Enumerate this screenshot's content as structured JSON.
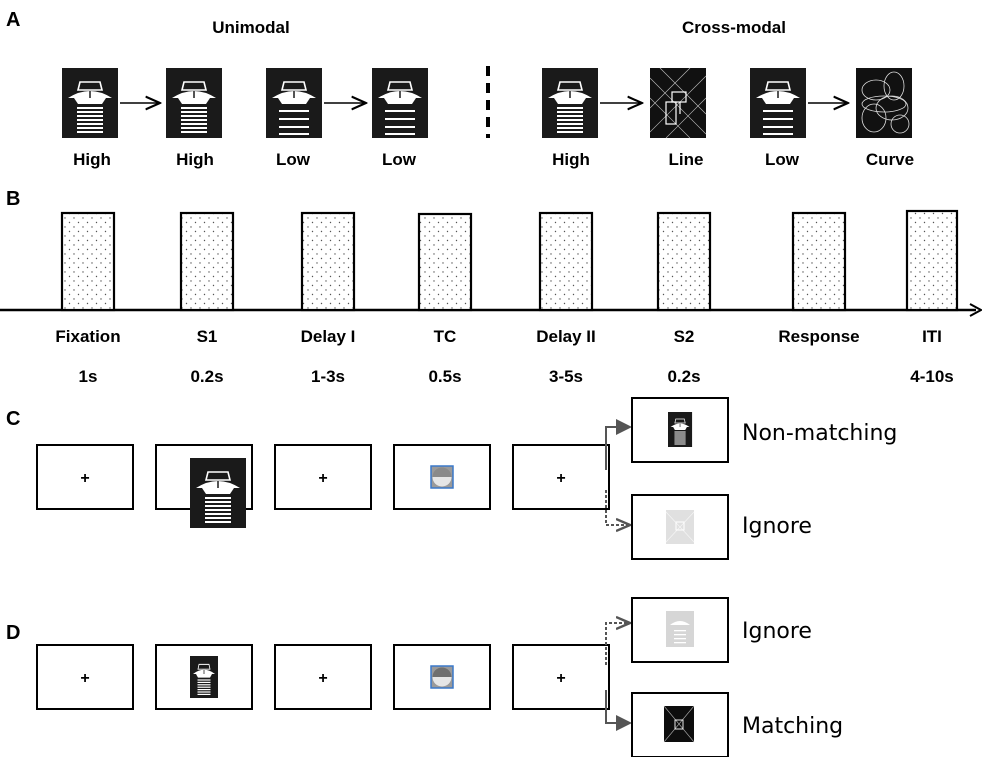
{
  "panel_a": {
    "letter": "A",
    "unimodal_title": "Unimodal",
    "crossmodal_title": "Cross-modal",
    "unimodal_labels": [
      "High",
      "High",
      "Low",
      "Low"
    ],
    "crossmodal_labels": [
      "High",
      "Line",
      "Low",
      "Curve"
    ]
  },
  "panel_b": {
    "letter": "B",
    "phases": [
      {
        "name": "Fixation",
        "duration": "1s"
      },
      {
        "name": "S1",
        "duration": "0.2s"
      },
      {
        "name": "Delay I",
        "duration": "1-3s"
      },
      {
        "name": "TC",
        "duration": "0.5s"
      },
      {
        "name": "Delay II",
        "duration": "3-5s"
      },
      {
        "name": "S2",
        "duration": "0.2s"
      },
      {
        "name": "Response",
        "duration": ""
      },
      {
        "name": "ITI",
        "duration": "4-10s"
      }
    ]
  },
  "panel_c": {
    "letter": "C",
    "fixation_symbol": "+",
    "outcome_top": "Non-matching",
    "outcome_bottom": "Ignore"
  },
  "panel_d": {
    "letter": "D",
    "fixation_symbol": "+",
    "outcome_top": "Ignore",
    "outcome_bottom": "Matching"
  },
  "colors": {
    "stimulus_bg": "#1a1a1a",
    "faded": "#cfcfcf",
    "tc_border": "#3a78c9",
    "arrow": "#555555"
  }
}
